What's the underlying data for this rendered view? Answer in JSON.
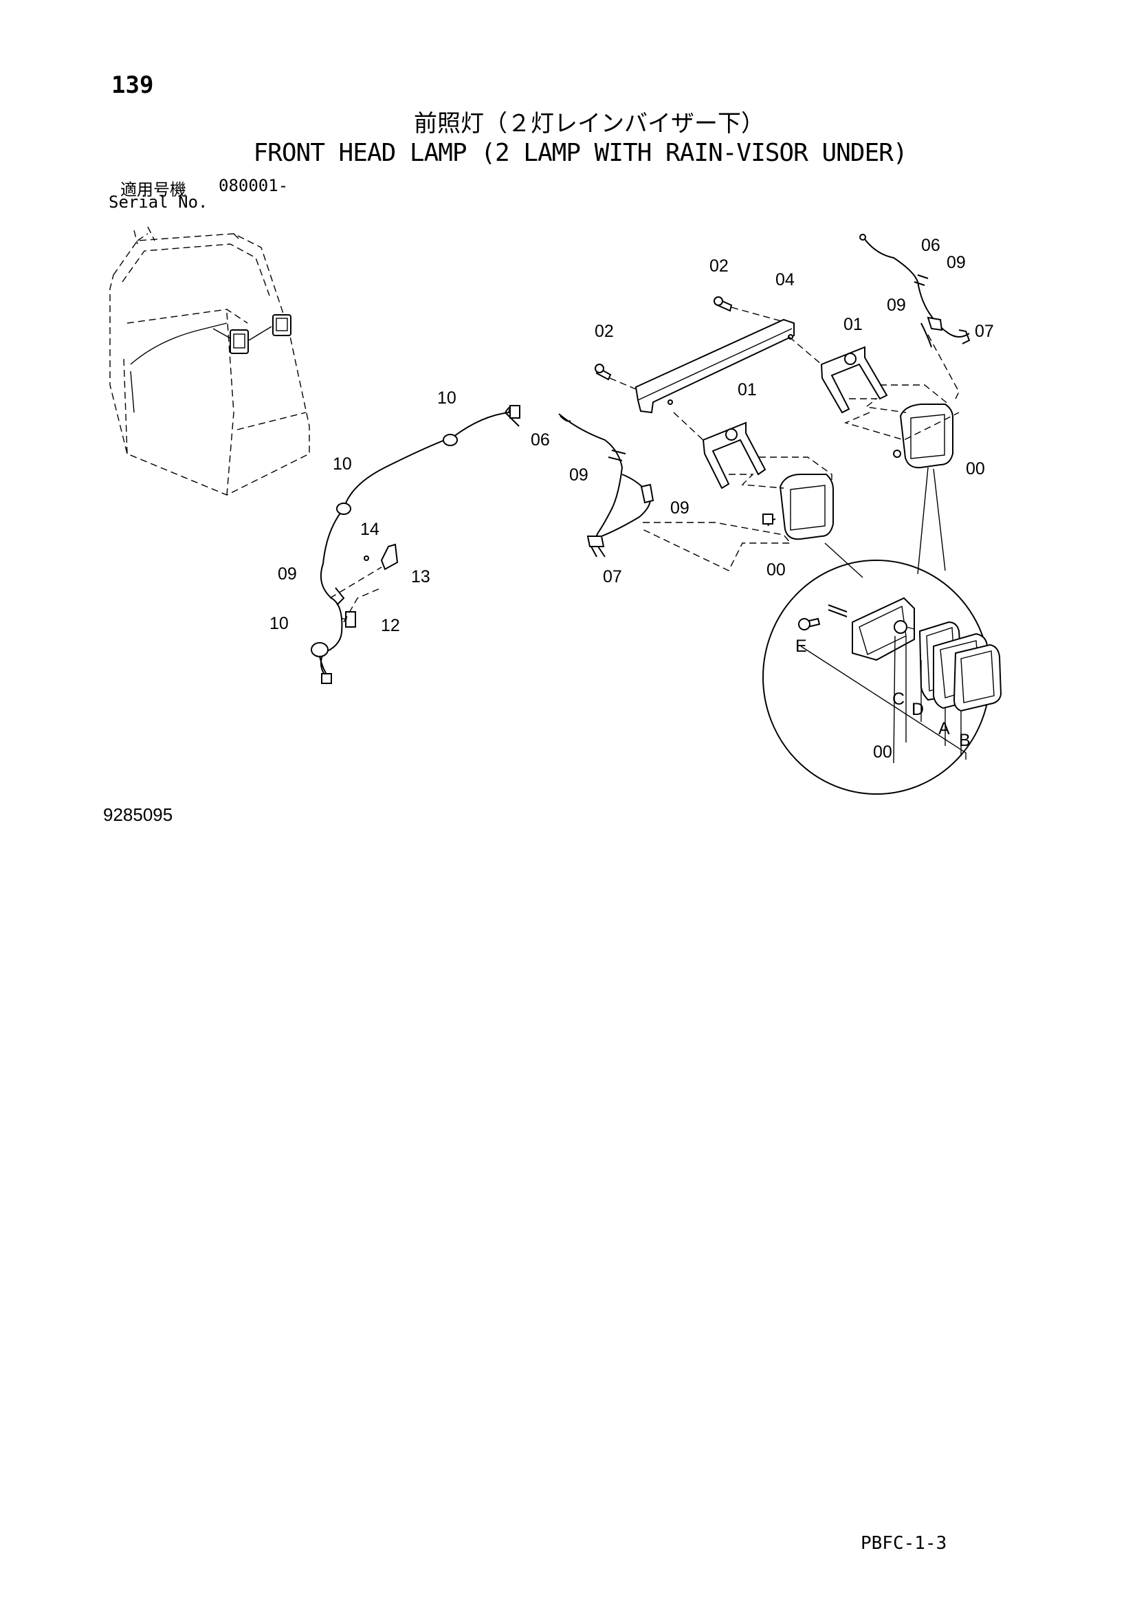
{
  "page": {
    "number": "139",
    "title_jp": "前照灯（２灯レインバイザー下）",
    "title_en": "FRONT HEAD LAMP (2 LAMP WITH RAIN-VISOR UNDER)",
    "serial_label_jp": "適用号機",
    "serial_value": "080001-",
    "serial_label_en": "Serial No.",
    "drawing_number": "9285095",
    "page_code": "PBFC-1-3"
  },
  "callouts": {
    "c00_lamp_center": "00",
    "c00_lamp_right": "00",
    "c00_detail": "00",
    "c01_center": "01",
    "c01_right": "01",
    "c02_top": "02",
    "c02_left": "02",
    "c04": "04",
    "c06_right": "06",
    "c06_center": "06",
    "c07_right": "07",
    "c07_center": "07",
    "c09_right_a": "09",
    "c09_right_b": "09",
    "c09_center_a": "09",
    "c09_center_b": "09",
    "c09_left": "09",
    "c10_top": "10",
    "c10_mid": "10",
    "c10_bottom": "10",
    "c12": "12",
    "c13": "13",
    "c14": "14",
    "detail_a": "A",
    "detail_b": "B",
    "detail_c": "C",
    "detail_d": "D",
    "detail_e": "E"
  }
}
